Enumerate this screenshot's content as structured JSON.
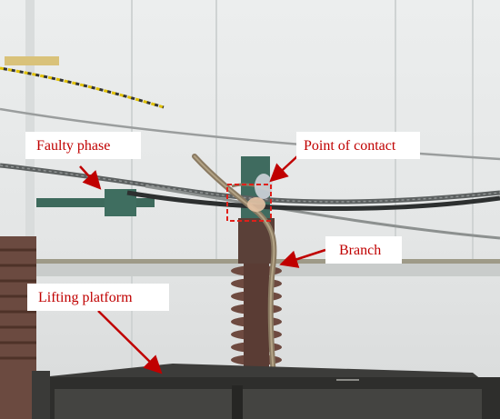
{
  "labels": {
    "faulty_phase": "Faulty phase",
    "point_of_contact": "Point of contact",
    "branch": "Branch",
    "lifting_platform": "Lifting platform"
  },
  "colors": {
    "annotation": "#c00000",
    "label_bg": "#ffffff"
  }
}
